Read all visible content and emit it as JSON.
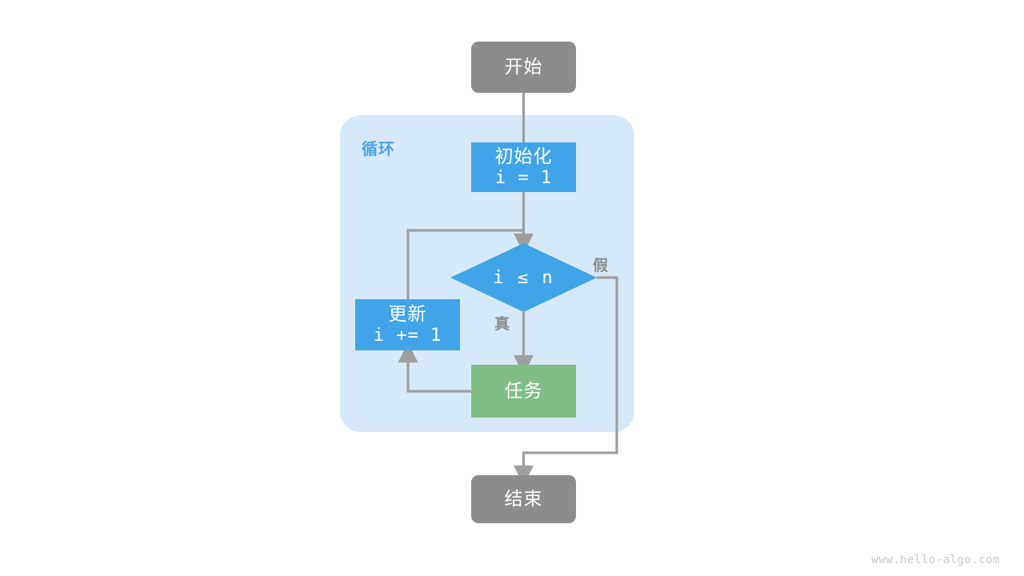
{
  "diagram": {
    "title_watermark": "www.hello-algo.com",
    "group": {
      "label": "循环",
      "color": "#d6e9f8",
      "label_color": "#4da3e8"
    },
    "colors": {
      "terminal": "#8c8c8c",
      "process": "#41a4e8",
      "task": "#7fbd85",
      "connector": "#9e9e9e",
      "canvas": "#ffffff"
    },
    "nodes": {
      "start": {
        "label": "开始",
        "shape": "rounded-terminal"
      },
      "init": {
        "label": "初始化",
        "code": "i = 1",
        "shape": "rect"
      },
      "condition": {
        "label": "i ≤ n",
        "shape": "diamond"
      },
      "update": {
        "label": "更新",
        "code": "i += 1",
        "shape": "rect"
      },
      "task": {
        "label": "任务",
        "shape": "rect"
      },
      "end": {
        "label": "结束",
        "shape": "rounded-terminal"
      }
    },
    "edge_labels": {
      "true_branch": "真",
      "false_branch": "假"
    }
  }
}
